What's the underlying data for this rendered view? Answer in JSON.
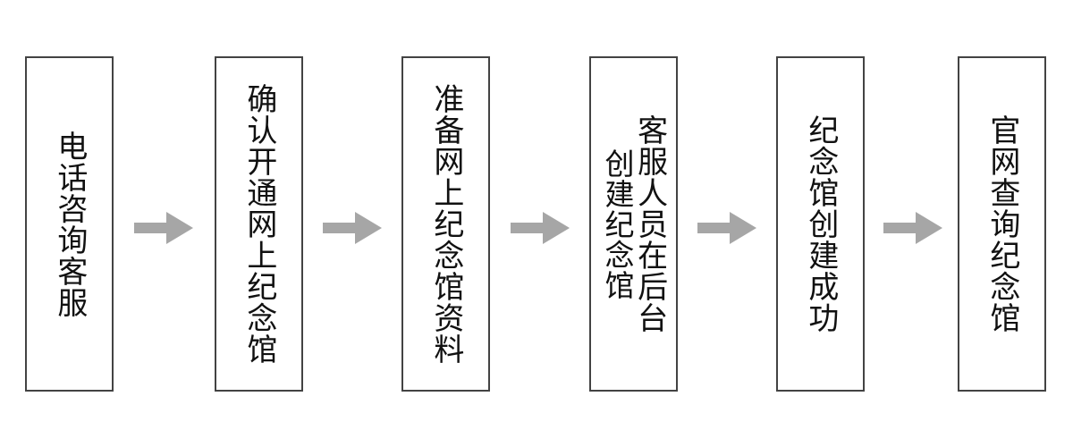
{
  "diagram": {
    "type": "process-flowchart",
    "orientation": "left-to-right",
    "text_direction": "vertical-right-to-left",
    "colors": {
      "node_border": "#434343",
      "node_fill": "#ffffff",
      "text": "#111111",
      "arrow": "#a6a6a6",
      "background": "#ffffff"
    },
    "nodes": [
      {
        "id": "node-0",
        "step": 1,
        "columns": [
          "电话咨询客服"
        ]
      },
      {
        "id": "node-1",
        "step": 2,
        "columns": [
          "确认开通网上纪念馆"
        ]
      },
      {
        "id": "node-2",
        "step": 3,
        "columns": [
          "准备网上纪念馆资料"
        ]
      },
      {
        "id": "node-3",
        "step": 4,
        "columns": [
          "客服人员在后台",
          "创建纪念馆"
        ]
      },
      {
        "id": "node-4",
        "step": 5,
        "columns": [
          "纪念馆创建成功"
        ]
      },
      {
        "id": "node-5",
        "step": 6,
        "columns": [
          "官网查询纪念馆"
        ]
      }
    ],
    "connectors": [
      {
        "id": "arrow-0",
        "icon": "arrow-right-icon",
        "from": "node-0",
        "to": "node-1"
      },
      {
        "id": "arrow-1",
        "icon": "arrow-right-icon",
        "from": "node-1",
        "to": "node-2"
      },
      {
        "id": "arrow-2",
        "icon": "arrow-right-icon",
        "from": "node-2",
        "to": "node-3"
      },
      {
        "id": "arrow-3",
        "icon": "arrow-right-icon",
        "from": "node-3",
        "to": "node-4"
      },
      {
        "id": "arrow-4",
        "icon": "arrow-right-icon",
        "from": "node-4",
        "to": "node-5"
      }
    ]
  }
}
